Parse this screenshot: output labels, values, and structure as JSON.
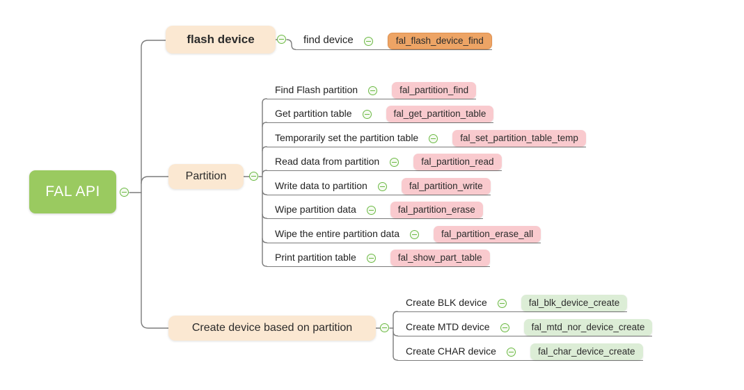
{
  "root": {
    "label": "FAL API"
  },
  "branches": [
    {
      "label": "flash device",
      "children": [
        {
          "label": "find device",
          "api": "fal_flash_device_find"
        }
      ]
    },
    {
      "label": "Partition",
      "children": [
        {
          "label": "Find Flash partition",
          "api": "fal_partition_find"
        },
        {
          "label": "Get partition table",
          "api": "fal_get_partition_table"
        },
        {
          "label": "Temporarily set the partition table",
          "api": "fal_set_partition_table_temp"
        },
        {
          "label": "Read data from partition",
          "api": "fal_partition_read"
        },
        {
          "label": "Write data to partition",
          "api": "fal_partition_write"
        },
        {
          "label": "Wipe partition data",
          "api": "fal_partition_erase"
        },
        {
          "label": "Wipe the entire partition data",
          "api": "fal_partition_erase_all"
        },
        {
          "label": "Print partition table",
          "api": "fal_show_part_table"
        }
      ]
    },
    {
      "label": "Create device based on partition",
      "children": [
        {
          "label": "Create BLK device",
          "api": "fal_blk_device_create"
        },
        {
          "label": "Create MTD device",
          "api": "fal_mtd_nor_device_create"
        },
        {
          "label": "Create CHAR device",
          "api": "fal_char_device_create"
        }
      ]
    }
  ],
  "colors": {
    "root_bg": "#9aca60",
    "branch_bg": "#fbe8d2",
    "api_orange": "#eda465",
    "api_pink": "#f9cace",
    "api_green": "#dcedd6",
    "connector": "#7b7b7b",
    "collapse_icon_green": "#6ab942"
  }
}
